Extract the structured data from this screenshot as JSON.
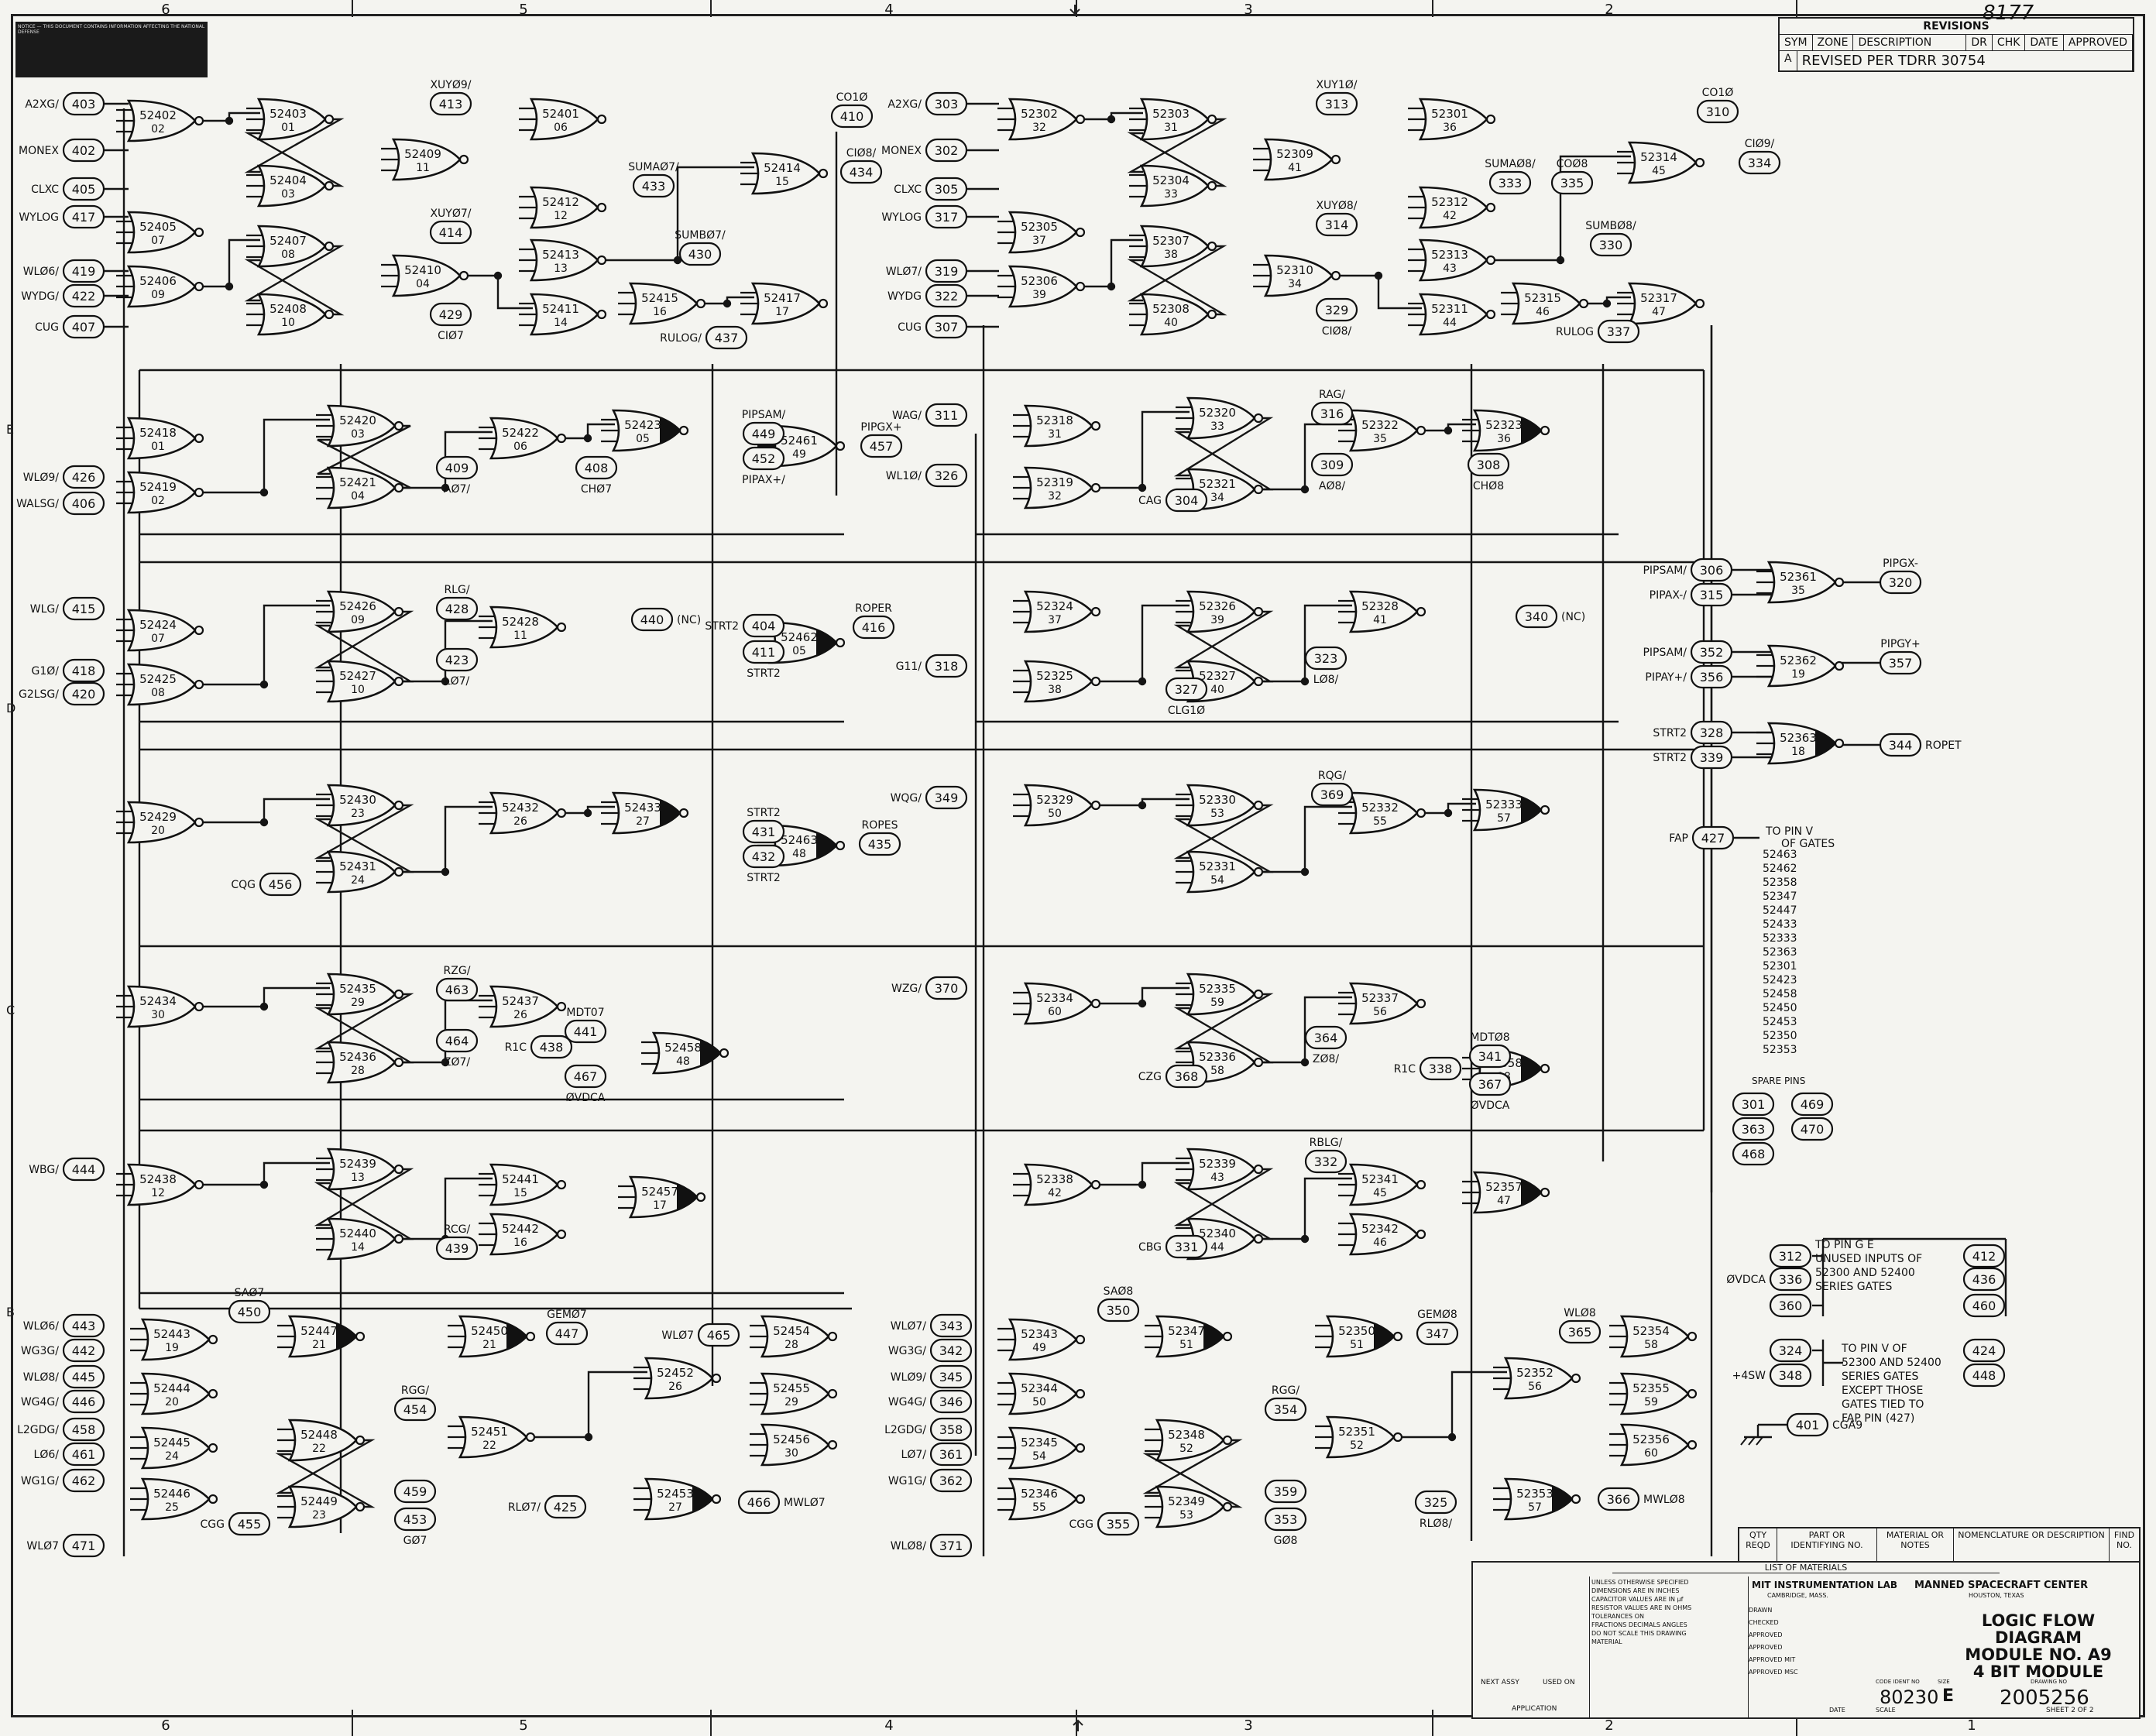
{
  "border_refs": {
    "top": [
      "6",
      "5",
      "4",
      "3",
      "2"
    ],
    "bottom": [
      "6",
      "5",
      "4",
      "3",
      "2",
      "1"
    ],
    "side": [
      "E",
      "D",
      "C",
      "B"
    ]
  },
  "revisions": {
    "header": "REVISIONS",
    "columns": [
      "SYM",
      "ZONE",
      "DESCRIPTION",
      "DR",
      "CHK",
      "DATE",
      "APPROVED"
    ],
    "row": {
      "sym": "A",
      "description": "REVISED PER TDRR 30754"
    },
    "handwritten": "8177"
  },
  "title_block": {
    "list_of_materials": "LIST OF MATERIALS",
    "materials_cols": [
      "QTY REQD",
      "PART OR IDENTIFYING NO.",
      "MATERIAL OR NOTES",
      "NOMENCLATURE OR DESCRIPTION",
      "FIND NO."
    ],
    "notes": [
      "UNLESS OTHERWISE SPECIFIED",
      "DIMENSIONS ARE IN INCHES",
      "CAPACITOR VALUES ARE IN µf",
      "RESISTOR VALUES ARE IN OHMS",
      "TOLERANCES ON",
      "FRACTIONS   DECIMALS   ANGLES",
      "DO NOT SCALE THIS DRAWING",
      "MATERIAL"
    ],
    "next_assy": "NEXT ASSY",
    "used_on": "USED ON",
    "application": "APPLICATION",
    "lab": "MIT INSTRUMENTATION LAB",
    "lab_sub": "CAMBRIDGE, MASS.",
    "center": "MANNED SPACECRAFT CENTER",
    "center_sub": "HOUSTON, TEXAS",
    "sign_labels": [
      "DRAWN",
      "CHECKED",
      "APPROVED",
      "APPROVED"
    ],
    "approved_mit": "APPROVED MIT",
    "approved_msc": "APPROVED MSC",
    "title1": "LOGIC FLOW DIAGRAM",
    "title2": "MODULE NO. A9",
    "title3": "4 BIT MODULE",
    "code_ident_label": "CODE IDENT NO",
    "code_ident": "80230",
    "size_label": "SIZE",
    "size": "E",
    "drawing_no_label": "DRAWING NO",
    "drawing_no": "2005256",
    "scale_label": "SCALE",
    "sheet": "SHEET 2 OF 2",
    "date_label": "DATE"
  },
  "side_number": "2005256",
  "notes_box": "NOTICE — THIS DOCUMENT CONTAINS INFORMATION AFFECTING THE NATIONAL DEFENSE",
  "left_inputs_top": [
    {
      "name": "A2XG/",
      "pin": "403"
    },
    {
      "name": "MONEX",
      "pin": "402"
    },
    {
      "name": "CLXC",
      "pin": "405"
    },
    {
      "name": "WYLOG",
      "pin": "417"
    },
    {
      "name": "WLØ6/",
      "pin": "419"
    },
    {
      "name": "WYDG/",
      "pin": "422"
    },
    {
      "name": "CUG",
      "pin": "407"
    }
  ],
  "right_inputs_top": [
    {
      "name": "A2XG/",
      "pin": "303"
    },
    {
      "name": "MONEX",
      "pin": "302"
    },
    {
      "name": "CLXC",
      "pin": "305"
    },
    {
      "name": "WYLOG",
      "pin": "317"
    },
    {
      "name": "WLØ7/",
      "pin": "319"
    },
    {
      "name": "WYDG",
      "pin": "322"
    },
    {
      "name": "CUG",
      "pin": "307"
    }
  ],
  "pins": [
    {
      "label": "XUYØ9/",
      "pin": "413"
    },
    {
      "label": "CO1Ø",
      "pin": "410"
    },
    {
      "label": "CIØ8/",
      "pin": "434"
    },
    {
      "label": "SUMAØ7/",
      "pin": "433"
    },
    {
      "label": "XUYØ7/",
      "pin": "414"
    },
    {
      "label": "SUMBØ7/",
      "pin": "430"
    },
    {
      "label": "CIØ7",
      "pin": "429"
    },
    {
      "label": "RULOG/",
      "pin": "437"
    },
    {
      "label": "XUY1Ø/",
      "pin": "313"
    },
    {
      "label": "CO1Ø",
      "pin": "310"
    },
    {
      "label": "CIØ9/",
      "pin": "334"
    },
    {
      "label": "SUMAØ8/",
      "pin": "333"
    },
    {
      "label": "COØ8",
      "pin": "335"
    },
    {
      "label": "XUYØ8/",
      "pin": "314"
    },
    {
      "label": "SUMBØ8/",
      "pin": "330"
    },
    {
      "label": "CIØ8/",
      "pin": "329"
    },
    {
      "label": "RULOG",
      "pin": "337"
    },
    {
      "label": "WLØ9/",
      "pin": "426"
    },
    {
      "label": "WALSG/",
      "pin": "406"
    },
    {
      "label": "AØ7/",
      "pin": "409"
    },
    {
      "label": "CHØ7",
      "pin": "408"
    },
    {
      "label": "PIPSAM/",
      "pin": "449"
    },
    {
      "label": "PIPAX+/",
      "pin": "452"
    },
    {
      "label": "PIPGX+",
      "pin": "457"
    },
    {
      "label": "WAG/",
      "pin": "311"
    },
    {
      "label": "WL1Ø/",
      "pin": "326"
    },
    {
      "label": "CAG",
      "pin": "304"
    },
    {
      "label": "RAG/",
      "pin": "316"
    },
    {
      "label": "AØ8/",
      "pin": "309"
    },
    {
      "label": "CHØ8",
      "pin": "308"
    },
    {
      "label": "WLG/",
      "pin": "415"
    },
    {
      "label": "G1Ø/",
      "pin": "418"
    },
    {
      "label": "G2LSG/",
      "pin": "420"
    },
    {
      "label": "RLG/",
      "pin": "428"
    },
    {
      "label": "LØ7/",
      "pin": "423"
    },
    {
      "label": "(NC)",
      "pin": "440"
    },
    {
      "label": "STRT2",
      "pin": "404"
    },
    {
      "label": "STRT2",
      "pin": "411"
    },
    {
      "label": "ROPER",
      "pin": "416"
    },
    {
      "label": "G11/",
      "pin": "318"
    },
    {
      "label": "CLG1Ø",
      "pin": "327"
    },
    {
      "label": "LØ8/",
      "pin": "323"
    },
    {
      "label": "(NC)",
      "pin": "340"
    },
    {
      "label": "CQG",
      "pin": "456"
    },
    {
      "label": "STRT2",
      "pin": "431"
    },
    {
      "label": "STRT2",
      "pin": "432"
    },
    {
      "label": "ROPES",
      "pin": "435"
    },
    {
      "label": "WQG/",
      "pin": "349"
    },
    {
      "label": "RQG/",
      "pin": "369"
    },
    {
      "label": "RZG/",
      "pin": "463"
    },
    {
      "label": "ZØ7/",
      "pin": "464"
    },
    {
      "label": "MDT07",
      "pin": "441"
    },
    {
      "label": "R1C",
      "pin": "438"
    },
    {
      "label": "ØVDCA",
      "pin": "467"
    },
    {
      "label": "WZG/",
      "pin": "370"
    },
    {
      "label": "CZG",
      "pin": "368"
    },
    {
      "label": "ZØ8/",
      "pin": "364"
    },
    {
      "label": "MDTØ8",
      "pin": "341"
    },
    {
      "label": "R1C",
      "pin": "338"
    },
    {
      "label": "ØVDCA",
      "pin": "367"
    },
    {
      "label": "WBG/",
      "pin": "444"
    },
    {
      "label": "RCG/",
      "pin": "439"
    },
    {
      "label": "RBLG/",
      "pin": "332"
    },
    {
      "label": "CBG",
      "pin": "331"
    },
    {
      "label": "WLØ6/",
      "pin": "443"
    },
    {
      "label": "WG3G/",
      "pin": "442"
    },
    {
      "label": "WLØ8/",
      "pin": "445"
    },
    {
      "label": "WG4G/",
      "pin": "446"
    },
    {
      "label": "L2GDG/",
      "pin": "458"
    },
    {
      "label": "LØ6/",
      "pin": "461"
    },
    {
      "label": "WG1G/",
      "pin": "462"
    },
    {
      "label": "WLØ7",
      "pin": "471"
    },
    {
      "label": "SAØ7",
      "pin": "450"
    },
    {
      "label": "GEMØ7",
      "pin": "447"
    },
    {
      "label": "RGG/",
      "pin": "454"
    },
    {
      "label": "CGG",
      "pin": "455"
    },
    {
      "label": "GØ7",
      "pin": "459"
    },
    {
      "label": "GØ7",
      "pin": "453"
    },
    {
      "label": "WLØ7",
      "pin": "465"
    },
    {
      "label": "RLØ7/",
      "pin": "425"
    },
    {
      "label": "MWLØ7",
      "pin": "466"
    },
    {
      "label": "WLØ7/",
      "pin": "343"
    },
    {
      "label": "WG3G/",
      "pin": "342"
    },
    {
      "label": "WLØ9/",
      "pin": "345"
    },
    {
      "label": "WG4G/",
      "pin": "346"
    },
    {
      "label": "L2GDG/",
      "pin": "358"
    },
    {
      "label": "LØ7/",
      "pin": "361"
    },
    {
      "label": "WG1G/",
      "pin": "362"
    },
    {
      "label": "WLØ8/",
      "pin": "371"
    },
    {
      "label": "SAØ8",
      "pin": "350"
    },
    {
      "label": "GEMØ8",
      "pin": "347"
    },
    {
      "label": "RGG/",
      "pin": "354"
    },
    {
      "label": "CGG",
      "pin": "355"
    },
    {
      "label": "GØ8",
      "pin": "359"
    },
    {
      "label": "GØ8",
      "pin": "353"
    },
    {
      "label": "WLØ8",
      "pin": "365"
    },
    {
      "label": "RLØ8/",
      "pin": "325"
    },
    {
      "label": "MWLØ8",
      "pin": "366"
    }
  ],
  "gates": [
    {
      "id": "52402",
      "n": "02"
    },
    {
      "id": "52403",
      "n": "01"
    },
    {
      "id": "52404",
      "n": "03"
    },
    {
      "id": "52405",
      "n": "07"
    },
    {
      "id": "52407",
      "n": "08"
    },
    {
      "id": "52406",
      "n": "09"
    },
    {
      "id": "52408",
      "n": "10"
    },
    {
      "id": "52409",
      "n": "11"
    },
    {
      "id": "52401",
      "n": "06"
    },
    {
      "id": "52412",
      "n": "12"
    },
    {
      "id": "52413",
      "n": "13"
    },
    {
      "id": "52410",
      "n": "04"
    },
    {
      "id": "52411",
      "n": "14"
    },
    {
      "id": "52414",
      "n": "15"
    },
    {
      "id": "52415",
      "n": "16"
    },
    {
      "id": "52417",
      "n": "17"
    },
    {
      "id": "52302",
      "n": "32"
    },
    {
      "id": "52303",
      "n": "31"
    },
    {
      "id": "52304",
      "n": "33"
    },
    {
      "id": "52305",
      "n": "37"
    },
    {
      "id": "52307",
      "n": "38"
    },
    {
      "id": "52306",
      "n": "39"
    },
    {
      "id": "52308",
      "n": "40"
    },
    {
      "id": "52309",
      "n": "41"
    },
    {
      "id": "52301",
      "n": "36"
    },
    {
      "id": "52312",
      "n": "42"
    },
    {
      "id": "52313",
      "n": "43"
    },
    {
      "id": "52310",
      "n": "34"
    },
    {
      "id": "52311",
      "n": "44"
    },
    {
      "id": "52314",
      "n": "45"
    },
    {
      "id": "52315",
      "n": "46"
    },
    {
      "id": "52317",
      "n": "47"
    },
    {
      "id": "52418",
      "n": "01"
    },
    {
      "id": "52419",
      "n": "02"
    },
    {
      "id": "52420",
      "n": "03"
    },
    {
      "id": "52421",
      "n": "04"
    },
    {
      "id": "52422",
      "n": "06"
    },
    {
      "id": "52423",
      "n": "05"
    },
    {
      "id": "52461",
      "n": "49"
    },
    {
      "id": "52318",
      "n": "31"
    },
    {
      "id": "52319",
      "n": "32"
    },
    {
      "id": "52320",
      "n": "33"
    },
    {
      "id": "52321",
      "n": "34"
    },
    {
      "id": "52322",
      "n": "35"
    },
    {
      "id": "52323",
      "n": "36"
    },
    {
      "id": "52424",
      "n": "07"
    },
    {
      "id": "52425",
      "n": "08"
    },
    {
      "id": "52426",
      "n": "09"
    },
    {
      "id": "52427",
      "n": "10"
    },
    {
      "id": "52428",
      "n": "11"
    },
    {
      "id": "52462",
      "n": "05"
    },
    {
      "id": "52324",
      "n": "37"
    },
    {
      "id": "52325",
      "n": "38"
    },
    {
      "id": "52326",
      "n": "39"
    },
    {
      "id": "52327",
      "n": "40"
    },
    {
      "id": "52328",
      "n": "41"
    },
    {
      "id": "52429",
      "n": "20"
    },
    {
      "id": "52430",
      "n": "23"
    },
    {
      "id": "52431",
      "n": "24"
    },
    {
      "id": "52432",
      "n": "26"
    },
    {
      "id": "52433",
      "n": "27"
    },
    {
      "id": "52463",
      "n": "48"
    },
    {
      "id": "52329",
      "n": "50"
    },
    {
      "id": "52330",
      "n": "53"
    },
    {
      "id": "52331",
      "n": "54"
    },
    {
      "id": "52332",
      "n": "55"
    },
    {
      "id": "52333",
      "n": "57"
    },
    {
      "id": "52434",
      "n": "30"
    },
    {
      "id": "52435",
      "n": "29"
    },
    {
      "id": "52436",
      "n": "28"
    },
    {
      "id": "52437",
      "n": "26"
    },
    {
      "id": "52458",
      "n": "48"
    },
    {
      "id": "52334",
      "n": "60"
    },
    {
      "id": "52335",
      "n": "59"
    },
    {
      "id": "52336",
      "n": "58"
    },
    {
      "id": "52337",
      "n": "56"
    },
    {
      "id": "52358",
      "n": "18"
    },
    {
      "id": "52438",
      "n": "12"
    },
    {
      "id": "52439",
      "n": "13"
    },
    {
      "id": "52440",
      "n": "14"
    },
    {
      "id": "52441",
      "n": "15"
    },
    {
      "id": "52442",
      "n": "16"
    },
    {
      "id": "52457",
      "n": "17"
    },
    {
      "id": "52338",
      "n": "42"
    },
    {
      "id": "52339",
      "n": "43"
    },
    {
      "id": "52340",
      "n": "44"
    },
    {
      "id": "52341",
      "n": "45"
    },
    {
      "id": "52342",
      "n": "46"
    },
    {
      "id": "52357",
      "n": "47"
    },
    {
      "id": "52443",
      "n": "19"
    },
    {
      "id": "52444",
      "n": "20"
    },
    {
      "id": "52445",
      "n": "24"
    },
    {
      "id": "52446",
      "n": "25"
    },
    {
      "id": "52447",
      "n": "21"
    },
    {
      "id": "52448",
      "n": "22"
    },
    {
      "id": "52449",
      "n": "23"
    },
    {
      "id": "52450",
      "n": "21"
    },
    {
      "id": "52451",
      "n": "22"
    },
    {
      "id": "52452",
      "n": "26"
    },
    {
      "id": "52454",
      "n": "28"
    },
    {
      "id": "52455",
      "n": "29"
    },
    {
      "id": "52456",
      "n": "30"
    },
    {
      "id": "52453",
      "n": "27"
    },
    {
      "id": "52343",
      "n": "49"
    },
    {
      "id": "52344",
      "n": "50"
    },
    {
      "id": "52345",
      "n": "54"
    },
    {
      "id": "52346",
      "n": "55"
    },
    {
      "id": "52347",
      "n": "51"
    },
    {
      "id": "52348",
      "n": "52"
    },
    {
      "id": "52349",
      "n": "53"
    },
    {
      "id": "52350",
      "n": "51"
    },
    {
      "id": "52351",
      "n": "52"
    },
    {
      "id": "52352",
      "n": "56"
    },
    {
      "id": "52354",
      "n": "58"
    },
    {
      "id": "52355",
      "n": "59"
    },
    {
      "id": "52356",
      "n": "60"
    },
    {
      "id": "52353",
      "n": "57"
    },
    {
      "id": "52361",
      "n": "35"
    },
    {
      "id": "52362",
      "n": "19"
    },
    {
      "id": "52363",
      "n": "18"
    }
  ],
  "right_panel": {
    "pipgx_in": [
      {
        "name": "PIPSAM/",
        "pin": "306"
      },
      {
        "name": "PIPAX-/",
        "pin": "315"
      }
    ],
    "pipgx_out": {
      "name": "PIPGX-",
      "pin": "320"
    },
    "pipgy_in": [
      {
        "name": "PIPSAM/",
        "pin": "352"
      },
      {
        "name": "PIPAY+/",
        "pin": "356"
      }
    ],
    "pipgy_out": {
      "name": "PIPGY+",
      "pin": "357"
    },
    "ropet_in": [
      {
        "name": "STRT2",
        "pin": "328"
      },
      {
        "name": "STRT2",
        "pin": "339"
      }
    ],
    "ropet_out": {
      "name": "ROPET",
      "pin": "344"
    },
    "fap": {
      "name": "FAP",
      "pin": "427",
      "note": "TO PIN V OF GATES"
    },
    "fap_gates": [
      "52463",
      "52462",
      "52358",
      "52347",
      "52447",
      "52433",
      "52333",
      "52363",
      "52301",
      "52423",
      "52458",
      "52450",
      "52453",
      "52350",
      "52353"
    ],
    "spare_title": "SPARE PINS",
    "spare_pins": [
      "301",
      "469",
      "363",
      "470",
      "468"
    ],
    "vdca_label": "ØVDCA",
    "vdca_pins_left": [
      "312",
      "336",
      "360"
    ],
    "vdca_note": [
      "TO PIN G E",
      "UNUSED INPUTS OF",
      "52300 AND 52400",
      "SERIES GATES"
    ],
    "vdca_pins_right": [
      "412",
      "436",
      "460"
    ],
    "sw_label": "+4SW",
    "sw_pins_left": [
      "324",
      "348"
    ],
    "sw_note": [
      "TO PIN V OF",
      "52300 AND 52400",
      "SERIES GATES",
      "EXCEPT THOSE",
      "GATES TIED TO",
      "FAP PIN (427)"
    ],
    "sw_pins_right": [
      "424",
      "448"
    ],
    "cga9": {
      "pin": "401",
      "name": "CGA9"
    }
  }
}
